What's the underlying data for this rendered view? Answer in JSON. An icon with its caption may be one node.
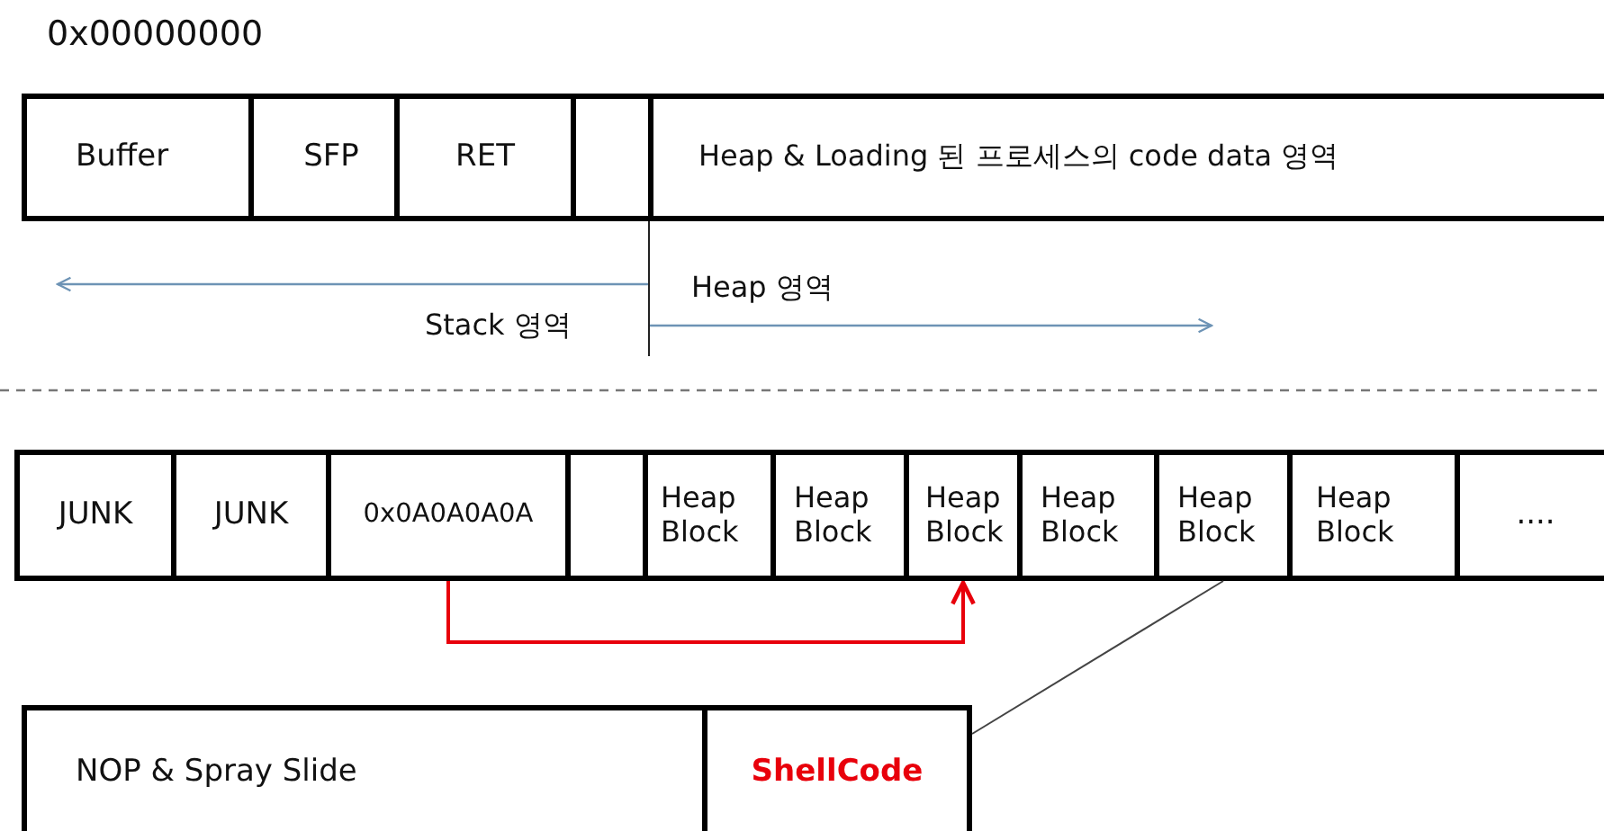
{
  "diagram": {
    "nodes": [
      {
        "text": [
          "Buffer"
        ]
      },
      {
        "text": [
          "SFP"
        ]
      },
      {
        "text": [
          "RET"
        ]
      },
      {
        "text": [],
        "shape": "box"
      },
      {
        "text": [
          "Heap & Loading 된 프로세스의 code data 영역"
        ]
      },
      {
        "text": [
          "JUNK"
        ]
      },
      {
        "text": [
          "JUNK"
        ]
      },
      {
        "text": [
          "0x0A0A0A0A"
        ]
      },
      {
        "text": [],
        "shape": "box"
      },
      {
        "text": [
          "Heap Block"
        ]
      },
      {
        "text": [
          "Heap Block"
        ]
      },
      {
        "text": [
          "Heap Block"
        ]
      },
      {
        "text": [
          "Heap Block"
        ]
      },
      {
        "text": [
          "Heap Block"
        ]
      },
      {
        "text": [
          "Heap Block"
        ]
      },
      {
        "text": [
          "...."
        ]
      },
      {
        "text": [
          "NOP & Spray Slide"
        ]
      },
      {
        "text": [
          "ShellCode"
        ]
      }
    ],
    "edges": [
      {
        "from": 7,
        "to": 11,
        "arrow": "to",
        "color": "#e8000b"
      },
      {
        "from": 13,
        "to": 17,
        "arrow": "none",
        "color": "#444444"
      }
    ],
    "labels": [
      "0x00000000",
      "Heap 영역",
      "Stack 영역"
    ]
  }
}
